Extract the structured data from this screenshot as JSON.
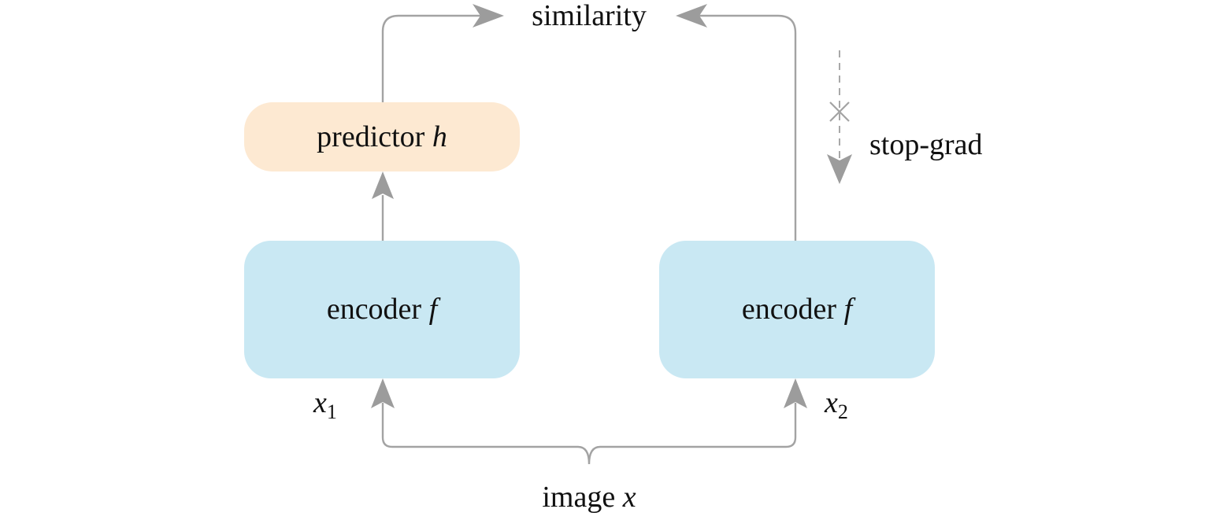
{
  "diagram": {
    "title_node": {
      "text": "similarity"
    },
    "predictor": {
      "label": "predictor",
      "var": "h",
      "color": "#fde9d2"
    },
    "encoder_left": {
      "label": "encoder",
      "var": "f",
      "color": "#c9e8f3"
    },
    "encoder_right": {
      "label": "encoder",
      "var": "f",
      "color": "#c9e8f3"
    },
    "input_left": {
      "var": "x",
      "sub": "1"
    },
    "input_right": {
      "var": "x",
      "sub": "2"
    },
    "image": {
      "label": "image",
      "var": "x"
    },
    "stop_grad": {
      "label": "stop-grad"
    },
    "colors": {
      "line": "#a3a3a3",
      "arrowhead": "#9c9c9c",
      "text": "#111111"
    },
    "edges": [
      {
        "from": "image x",
        "to": "x1",
        "kind": "brace-split"
      },
      {
        "from": "image x",
        "to": "x2",
        "kind": "brace-split"
      },
      {
        "from": "x1",
        "to": "encoder f (left)"
      },
      {
        "from": "x2",
        "to": "encoder f (right)"
      },
      {
        "from": "encoder f (left)",
        "to": "predictor h"
      },
      {
        "from": "predictor h",
        "to": "similarity"
      },
      {
        "from": "encoder f (right)",
        "to": "similarity"
      },
      {
        "from": "stop-grad",
        "to": "encoder f (right) branch",
        "kind": "dashed, gradient blocked"
      }
    ]
  }
}
